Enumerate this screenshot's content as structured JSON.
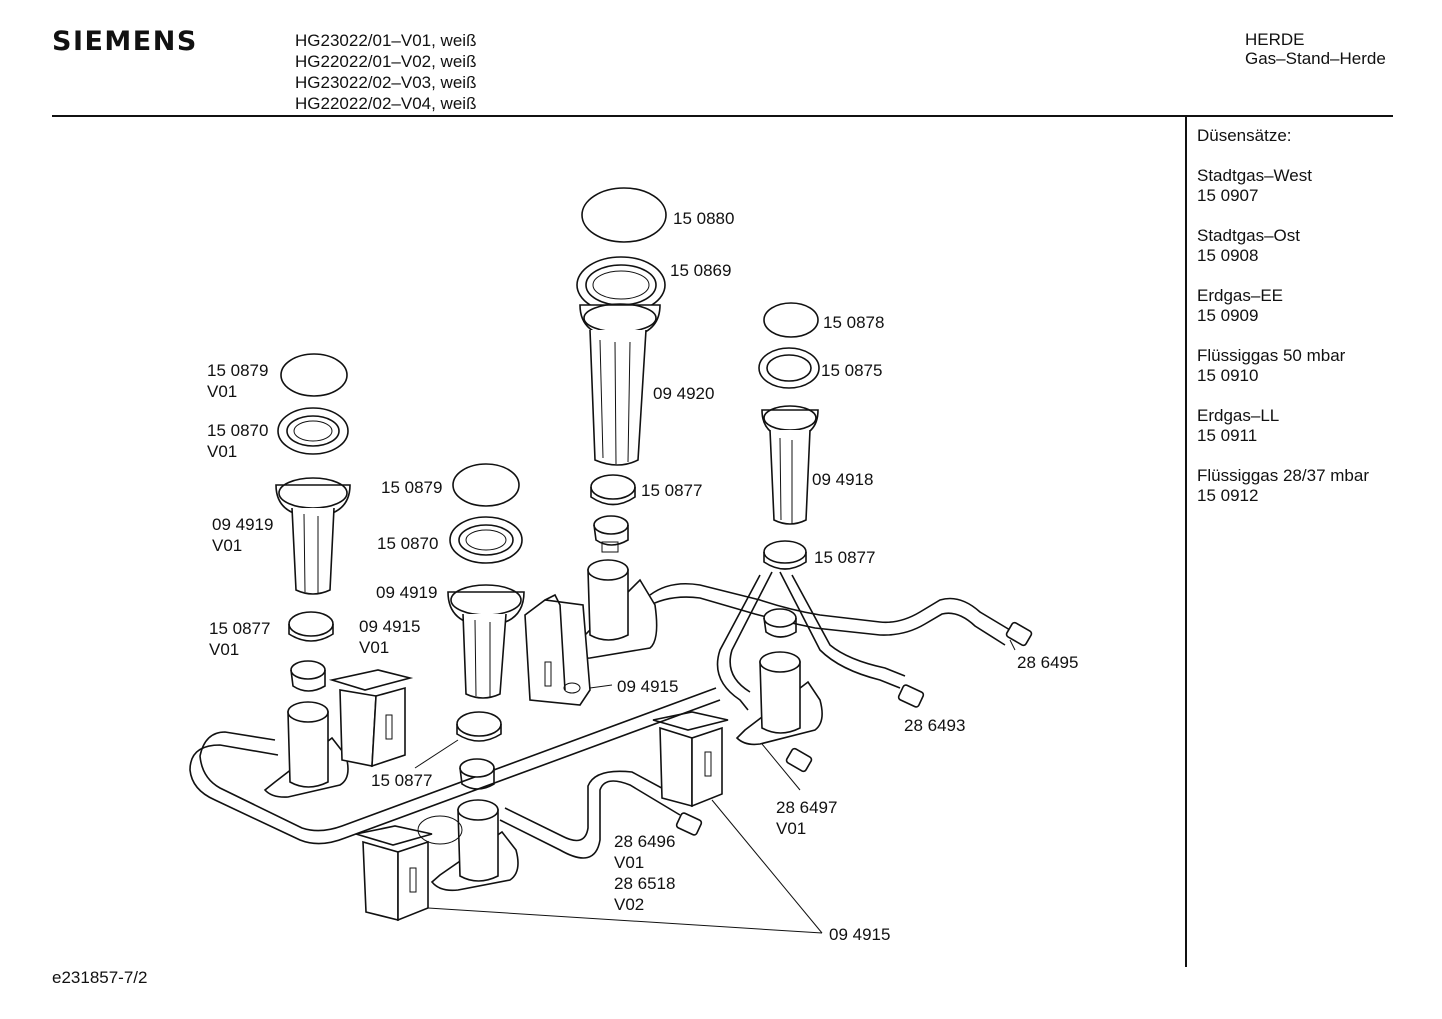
{
  "header": {
    "brand": "SIEMENS",
    "models": [
      "HG23022/01–V01, weiß",
      "HG22022/01–V02, weiß",
      "HG23022/02–V03, weiß",
      "HG22022/02–V04, weiß"
    ],
    "category": "HERDE",
    "subcategory": "Gas–Stand–Herde"
  },
  "nozzle_sets": {
    "title": "Düsensätze:",
    "items": [
      {
        "name": "Stadtgas–West",
        "number": "15 0907"
      },
      {
        "name": "Stadtgas–Ost",
        "number": "15 0908"
      },
      {
        "name": "Erdgas–EE",
        "number": "15 0909"
      },
      {
        "name": "Flüssiggas 50 mbar",
        "number": "15 0910"
      },
      {
        "name": "Erdgas–LL",
        "number": "15 0911"
      },
      {
        "name": "Flüssiggas 28/37 mbar",
        "number": "15 0912"
      }
    ]
  },
  "part_labels": {
    "p150880": "15 0880",
    "p150869": "15 0869",
    "p094920": "09 4920",
    "p150877_center": "15 0877",
    "p150878": "15 0878",
    "p150875": "15 0875",
    "p094918": "09 4918",
    "p150877_right": "15 0877",
    "p150879_left": "15 0879",
    "v01_a": "V01",
    "p150870_left": "15 0870",
    "v01_b": "V01",
    "p094919_left": "09 4919",
    "v01_c": "V01",
    "p150877_left": "15 0877",
    "v01_d": "V01",
    "p094915_left": "09 4915",
    "v01_e": "V01",
    "p150879_mid": "15 0879",
    "p150870_mid": "15 0870",
    "p094919_mid": "09 4919",
    "p094915_center": "09 4915",
    "p150877_mid": "15 0877",
    "p286495": "28 6495",
    "p286493": "28 6493",
    "p286497": "28 6497",
    "v01_f": "V01",
    "p286496": "28 6496",
    "v01_g": "V01",
    "p286518": "28 6518",
    "v02": "V02",
    "p094915_bottom": "09 4915"
  },
  "footer": {
    "code": "e231857-7/2"
  }
}
